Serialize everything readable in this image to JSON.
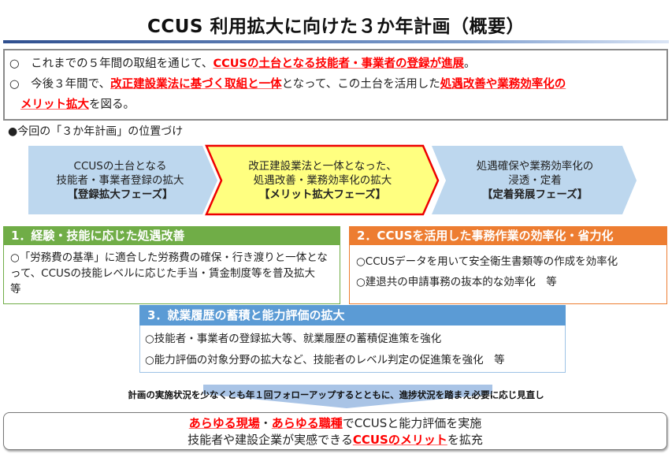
{
  "title": "CCUS 利用拡大に向けた３か年計画（概要）",
  "summary": {
    "line1": {
      "bullet": "○",
      "pre": "　これまでの５年間の取組を通じて、",
      "highlight": "CCUSの土台となる技能者・事業者の登録が進展",
      "post": "。"
    },
    "line2": {
      "bullet": "○",
      "pre": "　今後３年間で、",
      "highlight1": "改正建設業法に基づく取組と一体",
      "mid": "となって、この土台を活用した",
      "highlight2a": "処遇改善や業務効率化の",
      "highlight2b": "メリット拡大",
      "post": "を図る。"
    }
  },
  "position_label": "●今回の「３か年計画」の位置づけ",
  "phases": [
    {
      "line1": "CCUSの土台となる",
      "line2": "技能者・事業者登録の拡大",
      "phase": "【登録拡大フェーズ】"
    },
    {
      "line1": "改正建設業法と一体となった、",
      "line2": "処遇改善・業務効率化の拡大",
      "phase": "【メリット拡大フェーズ】"
    },
    {
      "line1": "処遇確保や業務効率化の",
      "line2": "浸透・定着",
      "phase": "【定着発展フェーズ】"
    }
  ],
  "sections": [
    {
      "title": "1．経験・技能に応じた処遇改善",
      "items": [
        "○「労務費の基準」に適合した労務費の確保・行き渡りと一体となって、CCUSの技能レベルに応じた手当・賃金制度等を普及拡大　等"
      ]
    },
    {
      "title": "2．CCUSを活用した事務作業の効率化・省力化",
      "items": [
        "○CCUSデータを用いて安全衛生書類等の作成を効率化",
        "○建退共の申請事務の抜本的な効率化　等"
      ]
    },
    {
      "title": "3．就業履歴の蓄積と能力評価の拡大",
      "items": [
        "○技能者・事業者の登録拡大等、就業履歴の蓄積促進策を強化",
        "○能力評価の対象分野の拡大など、技能者のレベル判定の促進策を強化　等"
      ]
    }
  ],
  "followup": "計画の実施状況を少なくとも年１回フォローアップするとともに、進捗状況を踏まえ必要に応じ見直し",
  "conclusion": {
    "line1": {
      "h1": "あらゆる現場",
      "sep": "・",
      "h2": "あらゆる職種",
      "post": "でCCUSと能力評価を実施"
    },
    "line2": {
      "pre": "技能者や建設企業が実感できる",
      "h": "CCUSのメリット",
      "post": "を拡充"
    }
  },
  "colors": {
    "green": "#70ad47",
    "orange": "#ed7d31",
    "blue": "#5b9bd5",
    "phase_blue": "#bdd7ee",
    "phase_yellow": "#ffff80",
    "red": "#ff0000"
  }
}
